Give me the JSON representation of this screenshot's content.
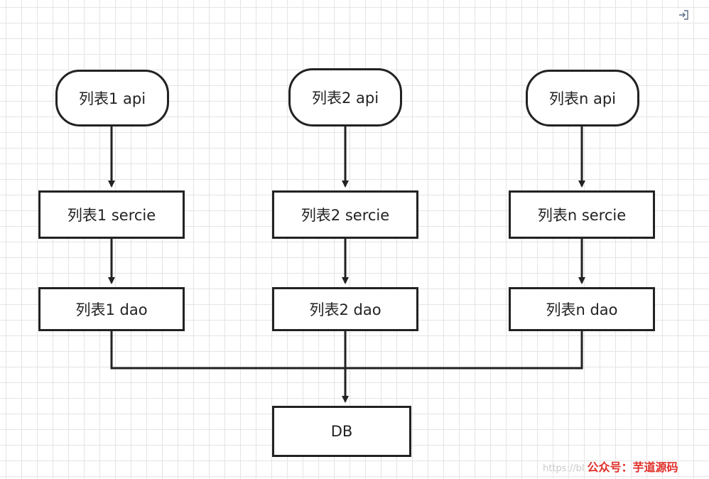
{
  "nodes": {
    "api1": "列表1 api",
    "api2": "列表2 api",
    "apin": "列表n api",
    "service1": "列表1 sercie",
    "service2": "列表2 sercie",
    "servicen": "列表n sercie",
    "dao1": "列表1 dao",
    "dao2": "列表2 dao",
    "daon": "列表n dao",
    "db": "DB"
  },
  "watermark": {
    "faint": "https://bl",
    "main": "公众号：芋道源码"
  },
  "toolbar": {
    "exit_icon": "exit-icon"
  },
  "colors": {
    "stroke": "#222222",
    "grid": "#e4e4e4",
    "watermark": "#e0302a"
  }
}
